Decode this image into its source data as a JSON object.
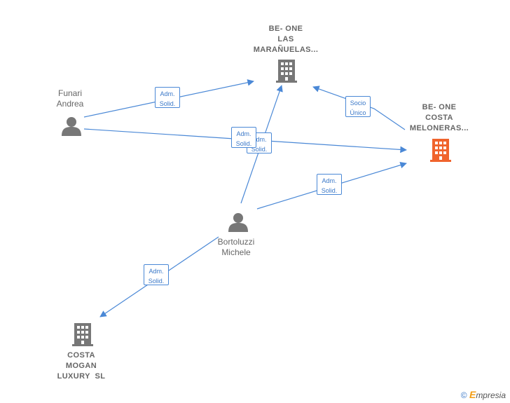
{
  "nodes": {
    "be_one_las": "BE- ONE\nLAS\nMARAÑUELAS...",
    "be_one_costa": "BE- ONE\nCOSTA\nMELONERAS...",
    "funari": "Funari\nAndrea",
    "bortoluzzi": "Bortoluzzi\nMichele",
    "costa_mogan": "COSTA\nMOGAN\nLUXURY  SL"
  },
  "edges": {
    "funari_las": "Adm.\nSolid.",
    "socio_unico": "Socio\nÚnico",
    "funari_costa": "Adm.\nSolid.",
    "bortoluzzi_las": "Adm.\nSolid.",
    "bortoluzzi_costa": "Adm.\nSolid.",
    "bortoluzzi_mogan": "Adm.\nSolid."
  },
  "watermark": {
    "symbol": "©",
    "brand_initial": "E",
    "brand_rest": "mpresia"
  },
  "colors": {
    "edge": "#4a88d6",
    "node_gray": "#777777",
    "highlight": "#f0642d"
  }
}
